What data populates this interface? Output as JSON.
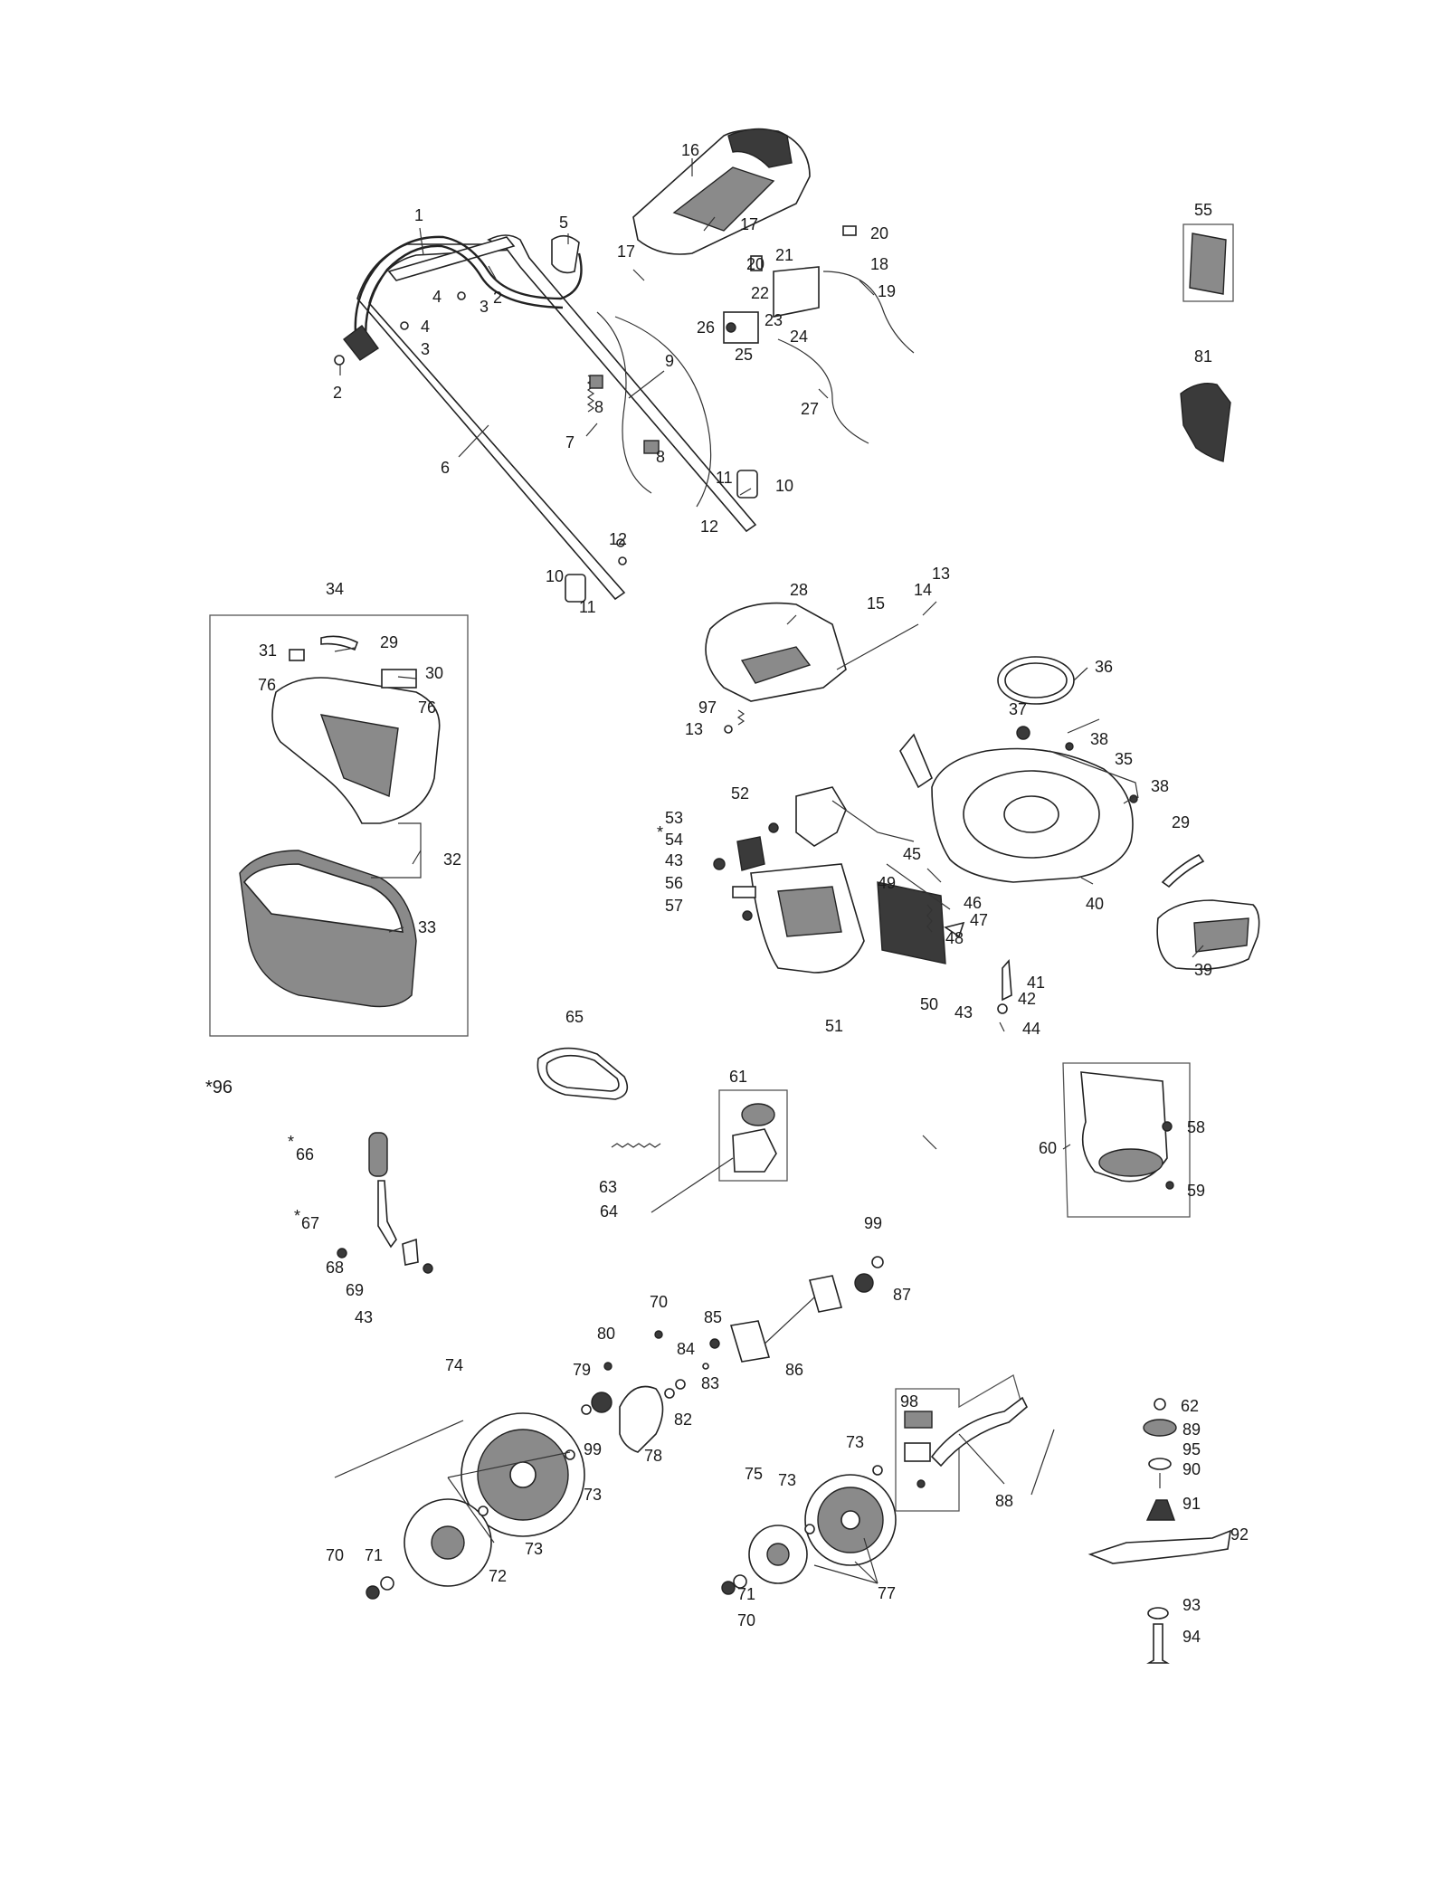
{
  "diagram": {
    "special_note": "*96",
    "callouts": {
      "c1": "1",
      "c2": "2",
      "c3": "3",
      "c4": "4",
      "c5": "5",
      "c6": "6",
      "c7": "7",
      "c8": "8",
      "c9": "9",
      "c10": "10",
      "c11": "11",
      "c12": "12",
      "c13": "13",
      "c14": "14",
      "c15": "15",
      "c16": "16",
      "c17": "17",
      "c18": "18",
      "c19": "19",
      "c20": "20",
      "c21": "21",
      "c22": "22",
      "c23": "23",
      "c24": "24",
      "c25": "25",
      "c26": "26",
      "c27": "27",
      "c28": "28",
      "c29": "29",
      "c30": "30",
      "c31": "31",
      "c32": "32",
      "c33": "33",
      "c34": "34",
      "c35": "35",
      "c36": "36",
      "c37": "37",
      "c38": "38",
      "c39": "39",
      "c40": "40",
      "c41": "41",
      "c42": "42",
      "c43": "43",
      "c44": "44",
      "c45": "45",
      "c46": "46",
      "c47": "47",
      "c48": "48",
      "c49": "49",
      "c50": "50",
      "c51": "51",
      "c52": "52",
      "c53": "53",
      "c54": "54",
      "c55": "55",
      "c56": "56",
      "c57": "57",
      "c58": "58",
      "c59": "59",
      "c60": "60",
      "c61": "61",
      "c62": "62",
      "c63": "63",
      "c64": "64",
      "c65": "65",
      "c66": "66",
      "c67": "67",
      "c68": "68",
      "c69": "69",
      "c70": "70",
      "c71": "71",
      "c72": "72",
      "c73": "73",
      "c74": "74",
      "c75": "75",
      "c76": "76",
      "c77": "77",
      "c78": "78",
      "c79": "79",
      "c80": "80",
      "c81": "81",
      "c82": "82",
      "c83": "83",
      "c84": "84",
      "c85": "85",
      "c86": "86",
      "c87": "87",
      "c88": "88",
      "c89": "89",
      "c90": "90",
      "c91": "91",
      "c92": "92",
      "c93": "93",
      "c94": "94",
      "c95": "95",
      "c97": "97",
      "c98": "98",
      "c99": "99",
      "star": "*"
    }
  }
}
